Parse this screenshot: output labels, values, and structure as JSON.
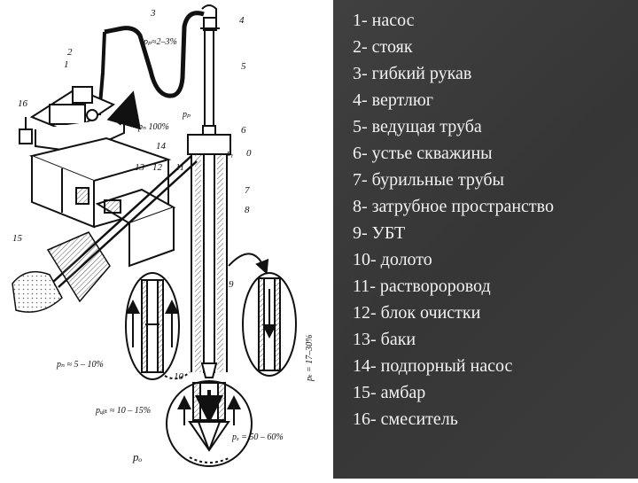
{
  "legend": {
    "items": [
      {
        "label": "1- насос"
      },
      {
        "label": "2- стояк"
      },
      {
        "label": "3- гибкий рукав"
      },
      {
        "label": "4- вертлюг"
      },
      {
        "label": "5- ведущая труба"
      },
      {
        "label": "6-  устье скважины"
      },
      {
        "label": "7- бурильные трубы"
      },
      {
        "label": "8- затрубное пространство"
      },
      {
        "label": "9- УБТ"
      },
      {
        "label": "10- долото"
      },
      {
        "label": "11- раствороровод"
      },
      {
        "label": "12- блок очистки"
      },
      {
        "label": "13- баки"
      },
      {
        "label": "14- подпорный насос"
      },
      {
        "label": "15- амбар"
      },
      {
        "label": "16- смеситель"
      }
    ]
  },
  "diagram": {
    "callouts": {
      "n1": "1",
      "n2": "2",
      "n3": "3",
      "n4": "4",
      "n5": "5",
      "n6": "6",
      "n7": "7",
      "n8": "8",
      "n9": "9",
      "n10": "10",
      "n11": "11",
      "n12": "12",
      "n13": "13",
      "n14": "14",
      "n15": "15",
      "n16": "16",
      "zero": "0"
    },
    "pressure_labels": {
      "rp_hose": "pₚ≈2–3%",
      "rn_100": "pₙ 100%",
      "rp": "pₚ",
      "ry": "pᵧ",
      "rt": "pₜ = 17–30%",
      "rn_left": "pₙ ≈ 5 – 10%",
      "rubt": "pᵤᵦₜ ≈ 10 – 15%",
      "rd": "pₔ = 50 – 60%",
      "rz": "pₒ"
    }
  }
}
